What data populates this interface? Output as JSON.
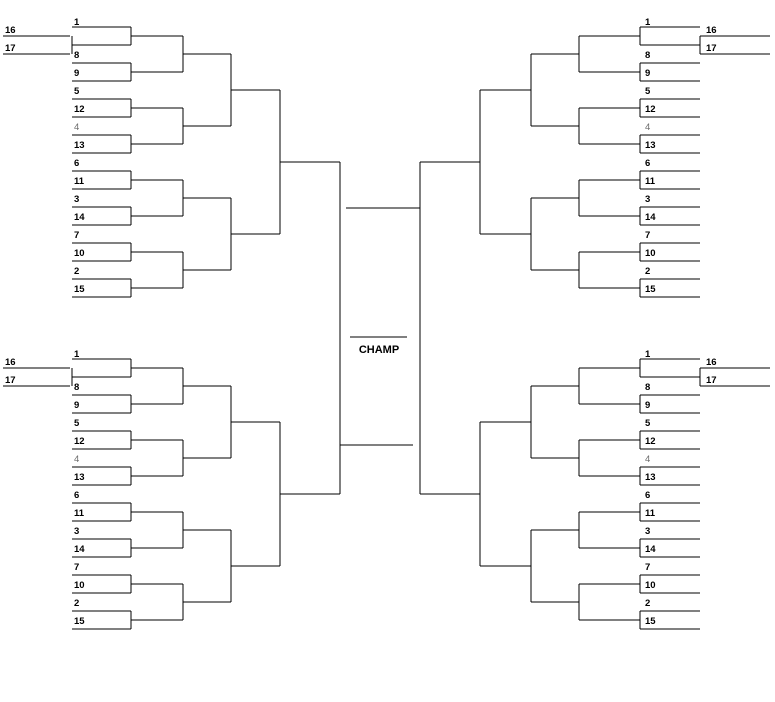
{
  "bracket": {
    "champ_label": "CHAMP",
    "region_seeds": [
      "1",
      "8",
      "9",
      "5",
      "12",
      "4",
      "13",
      "6",
      "11",
      "3",
      "14",
      "7",
      "10",
      "2",
      "15"
    ],
    "play_in_seeds": [
      "16",
      "17"
    ],
    "muted_seeds": [
      "4"
    ]
  }
}
